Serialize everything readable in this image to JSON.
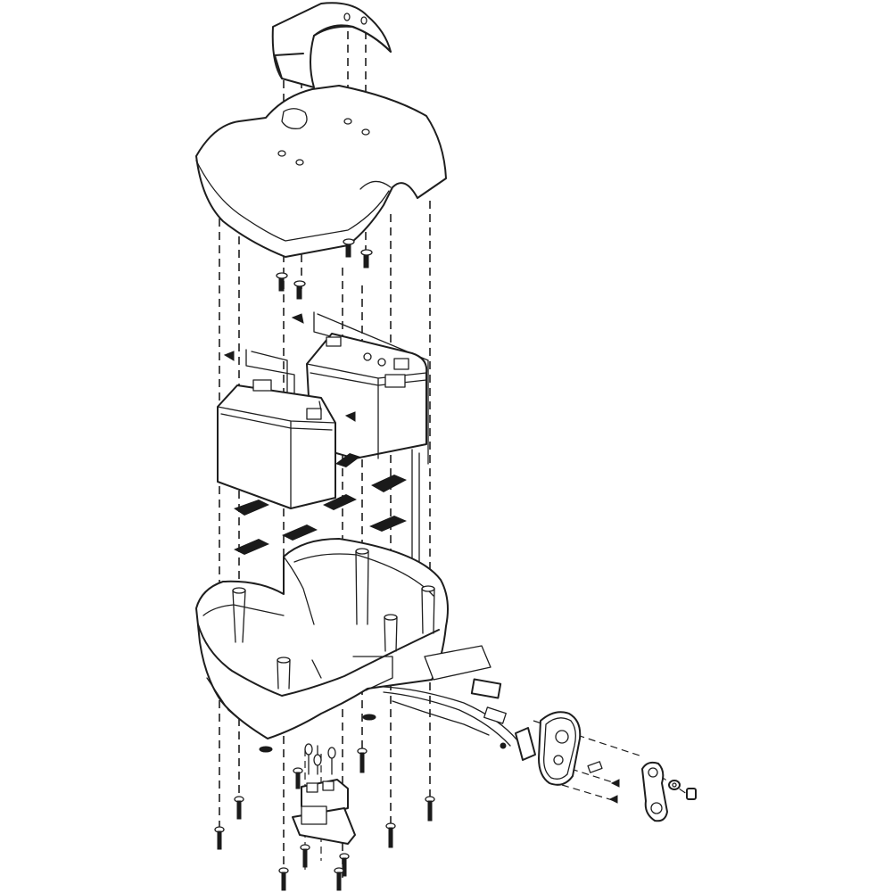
{
  "diagram": {
    "type": "exploded-assembly",
    "subject": "",
    "parts": [
      "top-cap",
      "upper-cover",
      "battery-left",
      "battery-right",
      "battery-straps",
      "foam-pads",
      "lower-battery-tray",
      "control-module",
      "wiring-harness",
      "charger-port-bezel",
      "lever-arm",
      "screws-and-washers"
    ],
    "colors": {
      "line": "#1e1e1e",
      "pad": "#1a1a1a",
      "background": "#ffffff"
    }
  }
}
